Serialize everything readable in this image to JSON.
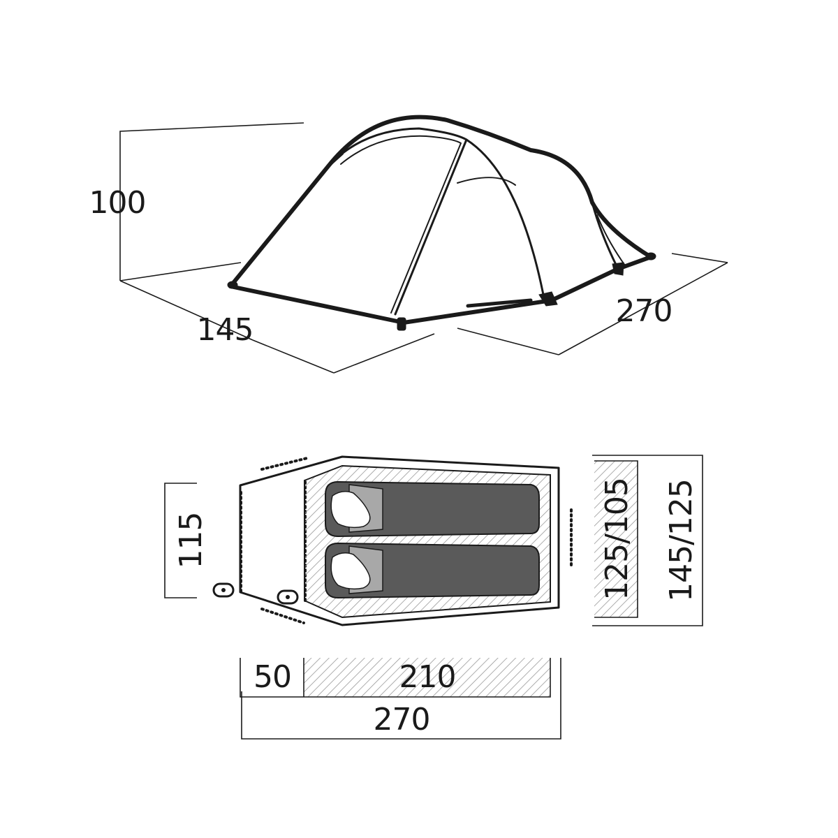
{
  "side_view": {
    "height": "100",
    "width": "145",
    "length": "270"
  },
  "floor_plan": {
    "vestibule_depth": "115",
    "inner_width": "125/105",
    "outer_width": "145/125",
    "vestibule_length": "50",
    "inner_length": "210",
    "total_length": "270"
  },
  "colors": {
    "line": "#1a1a1a",
    "sleeping_bag": "#5a5a5a",
    "pillow": "#a8a8a8"
  }
}
